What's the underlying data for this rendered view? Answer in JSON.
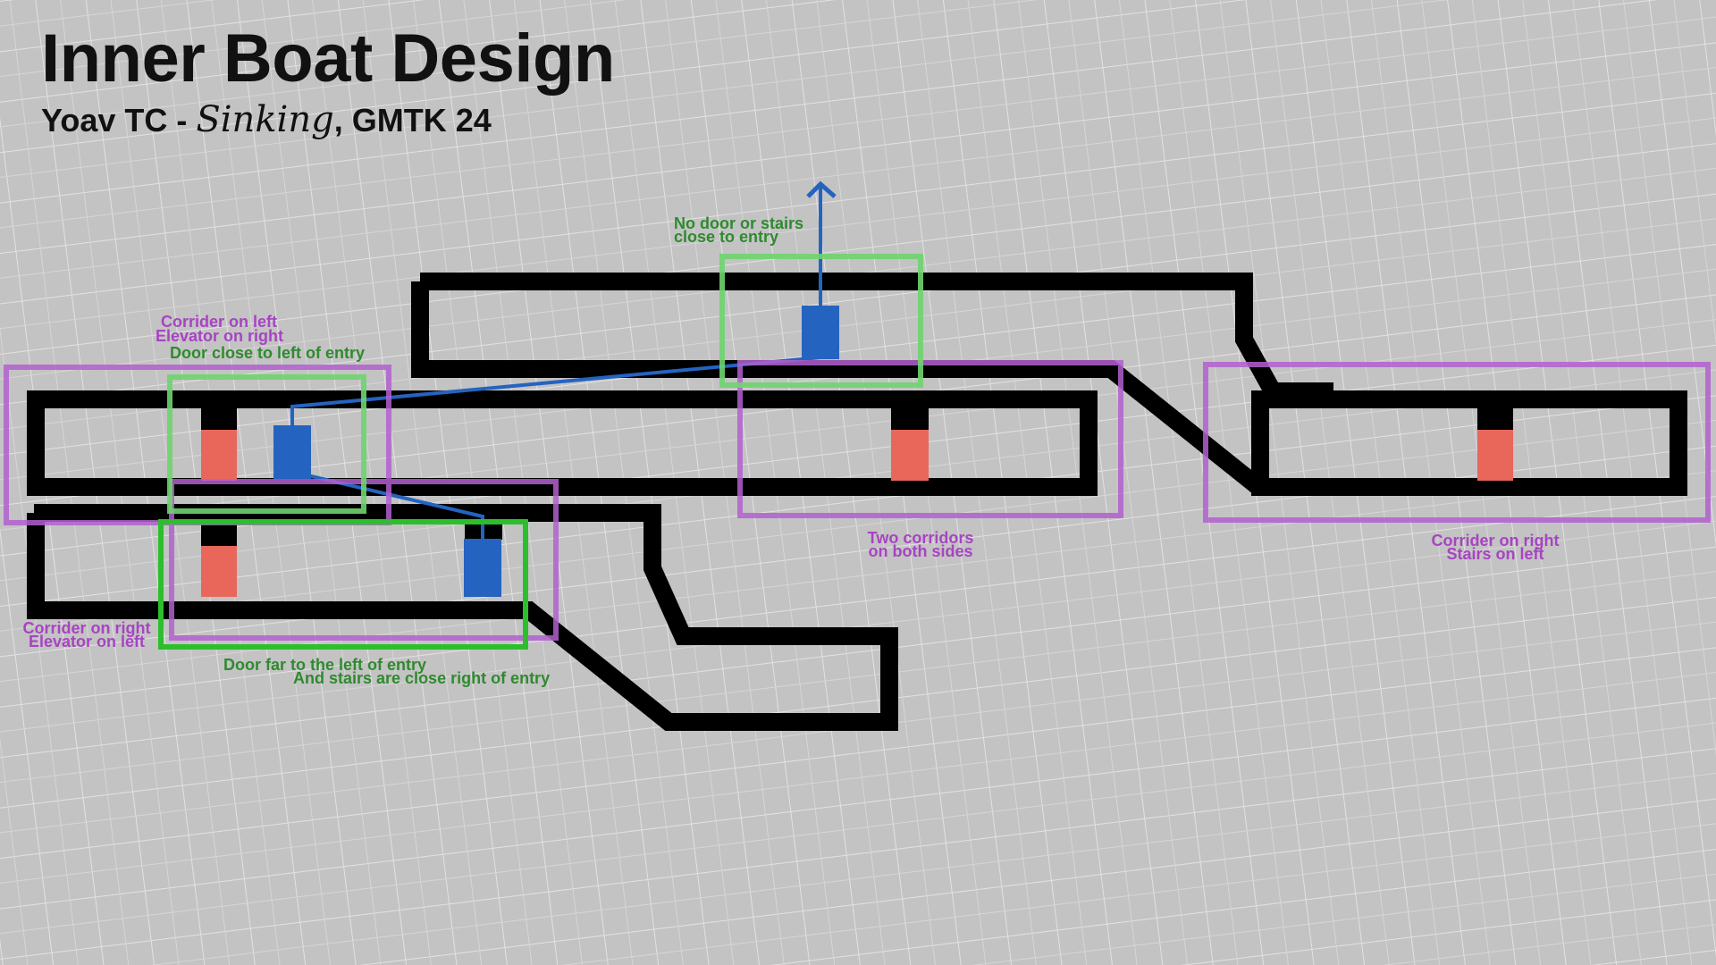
{
  "title": "Inner Boat Design",
  "subtitle": {
    "author": "Yoav TC - ",
    "game": "Sinking",
    "event": ", GMTK 24"
  },
  "colors": {
    "background": "#c3c3c3",
    "grid": "#e4e4e4",
    "wall": "#000000",
    "door": "#e8675a",
    "entry": "#2563c0",
    "path": "#2563c0",
    "green_box": "#2dbe2d",
    "green_box_light": "#6fd46f",
    "purple_box": "#b260cf"
  },
  "annotations": {
    "top_entry": [
      "No door or stairs",
      "close to entry"
    ],
    "left_upper_purple": [
      "Corrider on left",
      "Elevator on right"
    ],
    "left_upper_green": "Door close to left of entry",
    "left_lower_purple": [
      "Corrider on right",
      "Elevator on left"
    ],
    "left_lower_green": [
      "Door far to the left of entry",
      "And stairs are close right of entry"
    ],
    "middle_purple": [
      "Two corridors",
      "on both sides"
    ],
    "right_purple": [
      "Corrider on right",
      "Stairs on left"
    ]
  },
  "legend_icons": {
    "door": "door-marker",
    "entry": "entry-marker",
    "direction": "up-arrow-icon"
  }
}
